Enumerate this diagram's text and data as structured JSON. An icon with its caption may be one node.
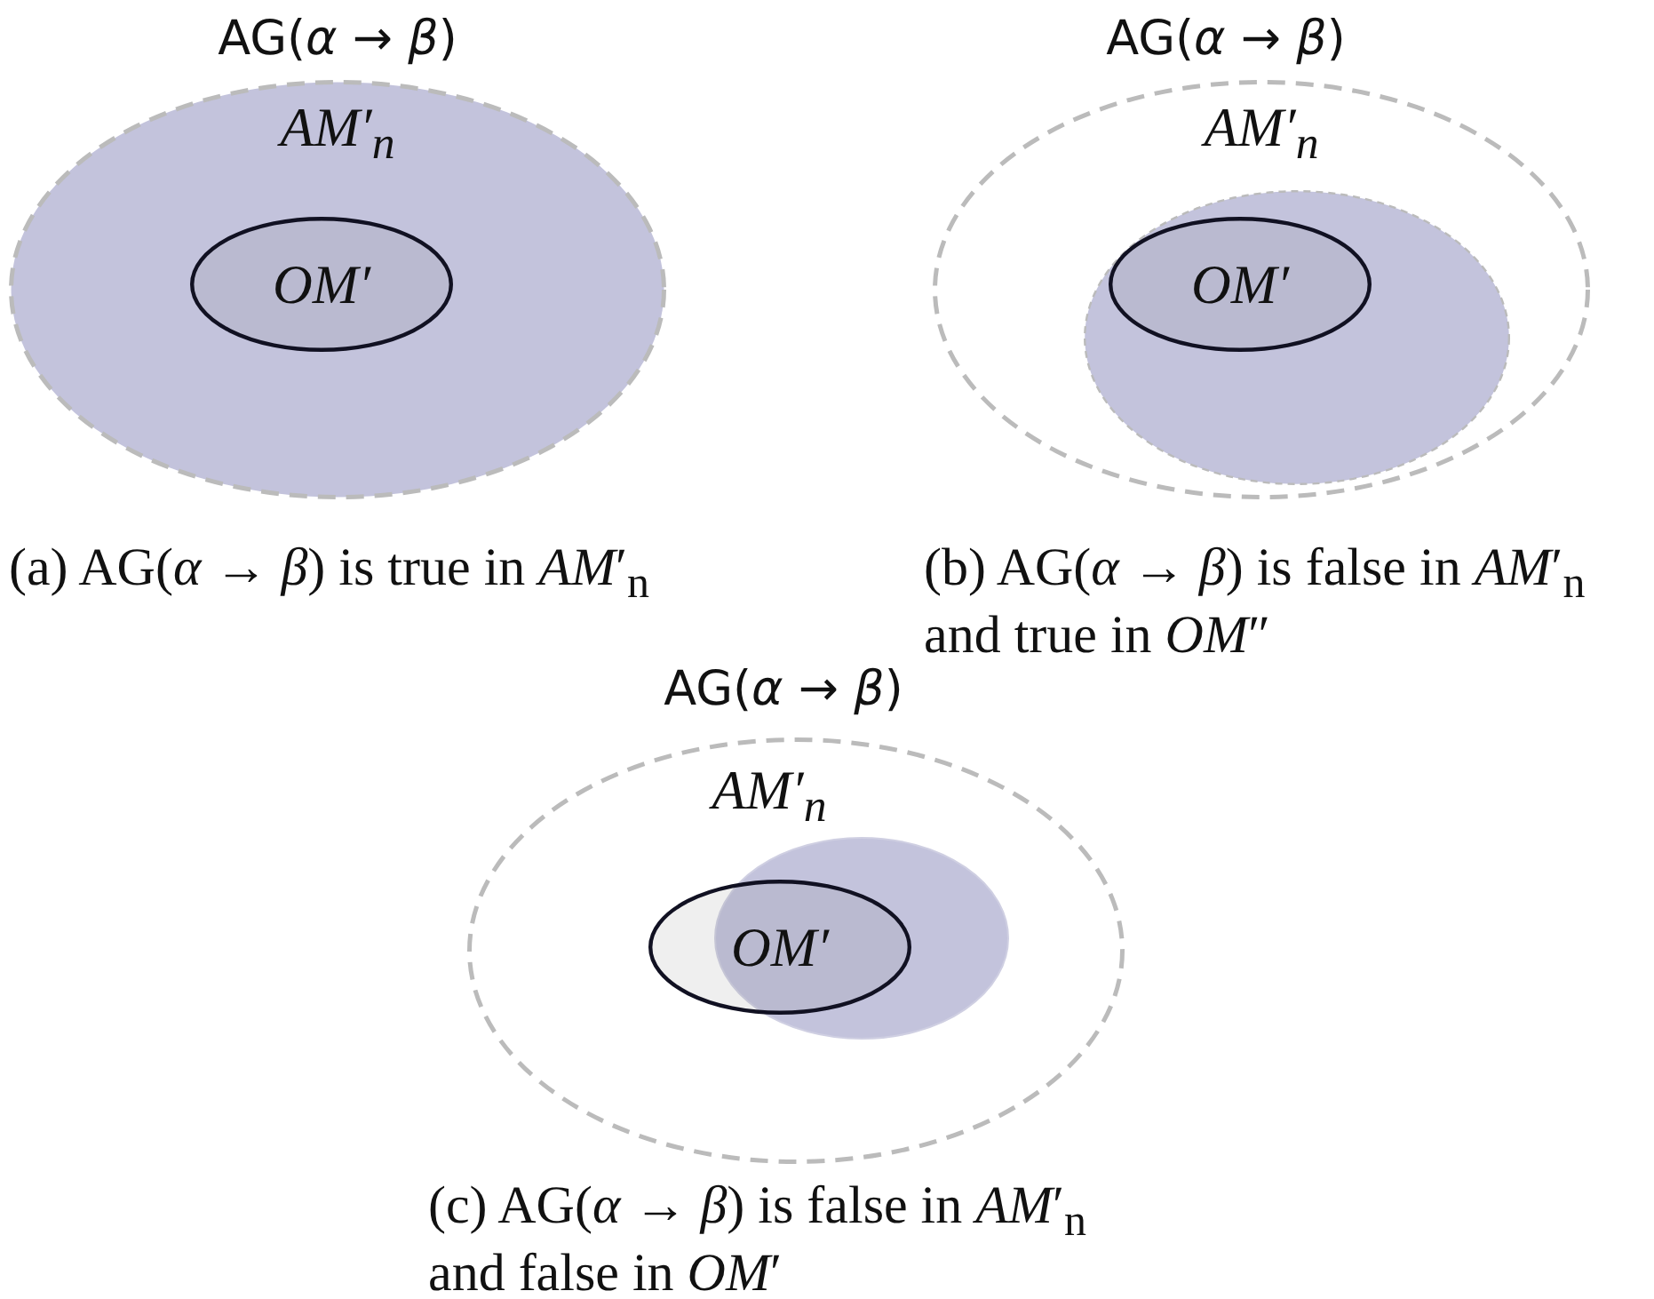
{
  "diagram": {
    "nodes": [
      {
        "text": [
          "AG(*α* → *β*)",
          "AM′$_{n}$"
        ]
      },
      {
        "text": [
          "OM′"
        ],
        "in": 0
      },
      {
        "text": [
          "AG(*α* → *β*)",
          "AM′$_{n}$"
        ]
      },
      {
        "text": [],
        "shape": "ellipse",
        "in": 2
      },
      {
        "text": [
          "OM′"
        ],
        "in": 3
      },
      {
        "text": [
          "AG(*α* → *β*)",
          "AM′$_{n}$"
        ]
      },
      {
        "text": [],
        "shape": "ellipse",
        "in": 5
      },
      {
        "text": [
          "OM′"
        ],
        "in": 5
      }
    ],
    "labels": [
      "(a) AG(*α* → *β*) is true in *AM*′$_{n}$",
      "(b) AG(*α* → *β*) is false in *AM*′$_{n}$ and true in *OM*″",
      "(c) AG(*α* → *β*) is false in *AM*′$_{n}$ and false in *OM*′"
    ]
  }
}
